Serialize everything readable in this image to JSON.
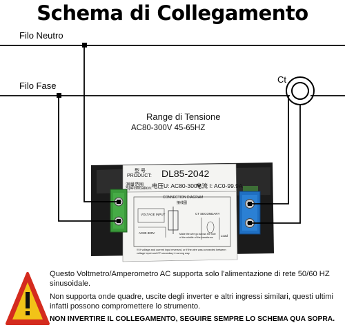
{
  "title": "Schema di Collegamento",
  "wires": {
    "neutral_label": "Filo Neutro",
    "phase_label": "Filo Fase",
    "ct_label": "Ct"
  },
  "range": {
    "title": "Range di Tensione",
    "value": "AC80-300V 45-65HZ"
  },
  "device": {
    "model_prefix": "型    号",
    "product_label": "PRODUCT:",
    "model": "DL85-2042",
    "spec_prefix": "测量范围",
    "spec_label": "Specification:",
    "voltage_spec": "电压U: AC80-300V",
    "current_spec": "电流 I: AC0-99.9A",
    "diagram_title": "CONNECTION DIAGRAM",
    "diagram_subtitle": "接线图",
    "voltage_input": "VOLTAGE INPUT",
    "ct_secondary": "CT SECONDARY",
    "power": "AC80-300V",
    "load": "Load",
    "wire_note": "Make the wire go across the hole of the middle of the transforms",
    "warning_text": "!!! If voltage and current input reversed, or if the wire was connected between voltage input and CT secondary in wrong way"
  },
  "notes": {
    "line1": "Questo Voltmetro/Amperometro AC supporta solo l'alimentazione di rete 50/60 HZ sinusoidale.",
    "line2": "Non supporta onde quadre, uscite degli inverter e altri ingressi similari, questi ultimi infatti possono compromettere lo strumento.",
    "warning": "NON INVERTIRE IL COLLEGAMENTO, SEGUIRE SEMPRE LO SCHEMA QUA SOPRA."
  },
  "colors": {
    "terminal_green": "#3a9a3a",
    "terminal_blue": "#1f6fc2",
    "warning_yellow": "#f2c318",
    "warning_red": "#d42b1e",
    "device_body": "#1b1b1b"
  }
}
